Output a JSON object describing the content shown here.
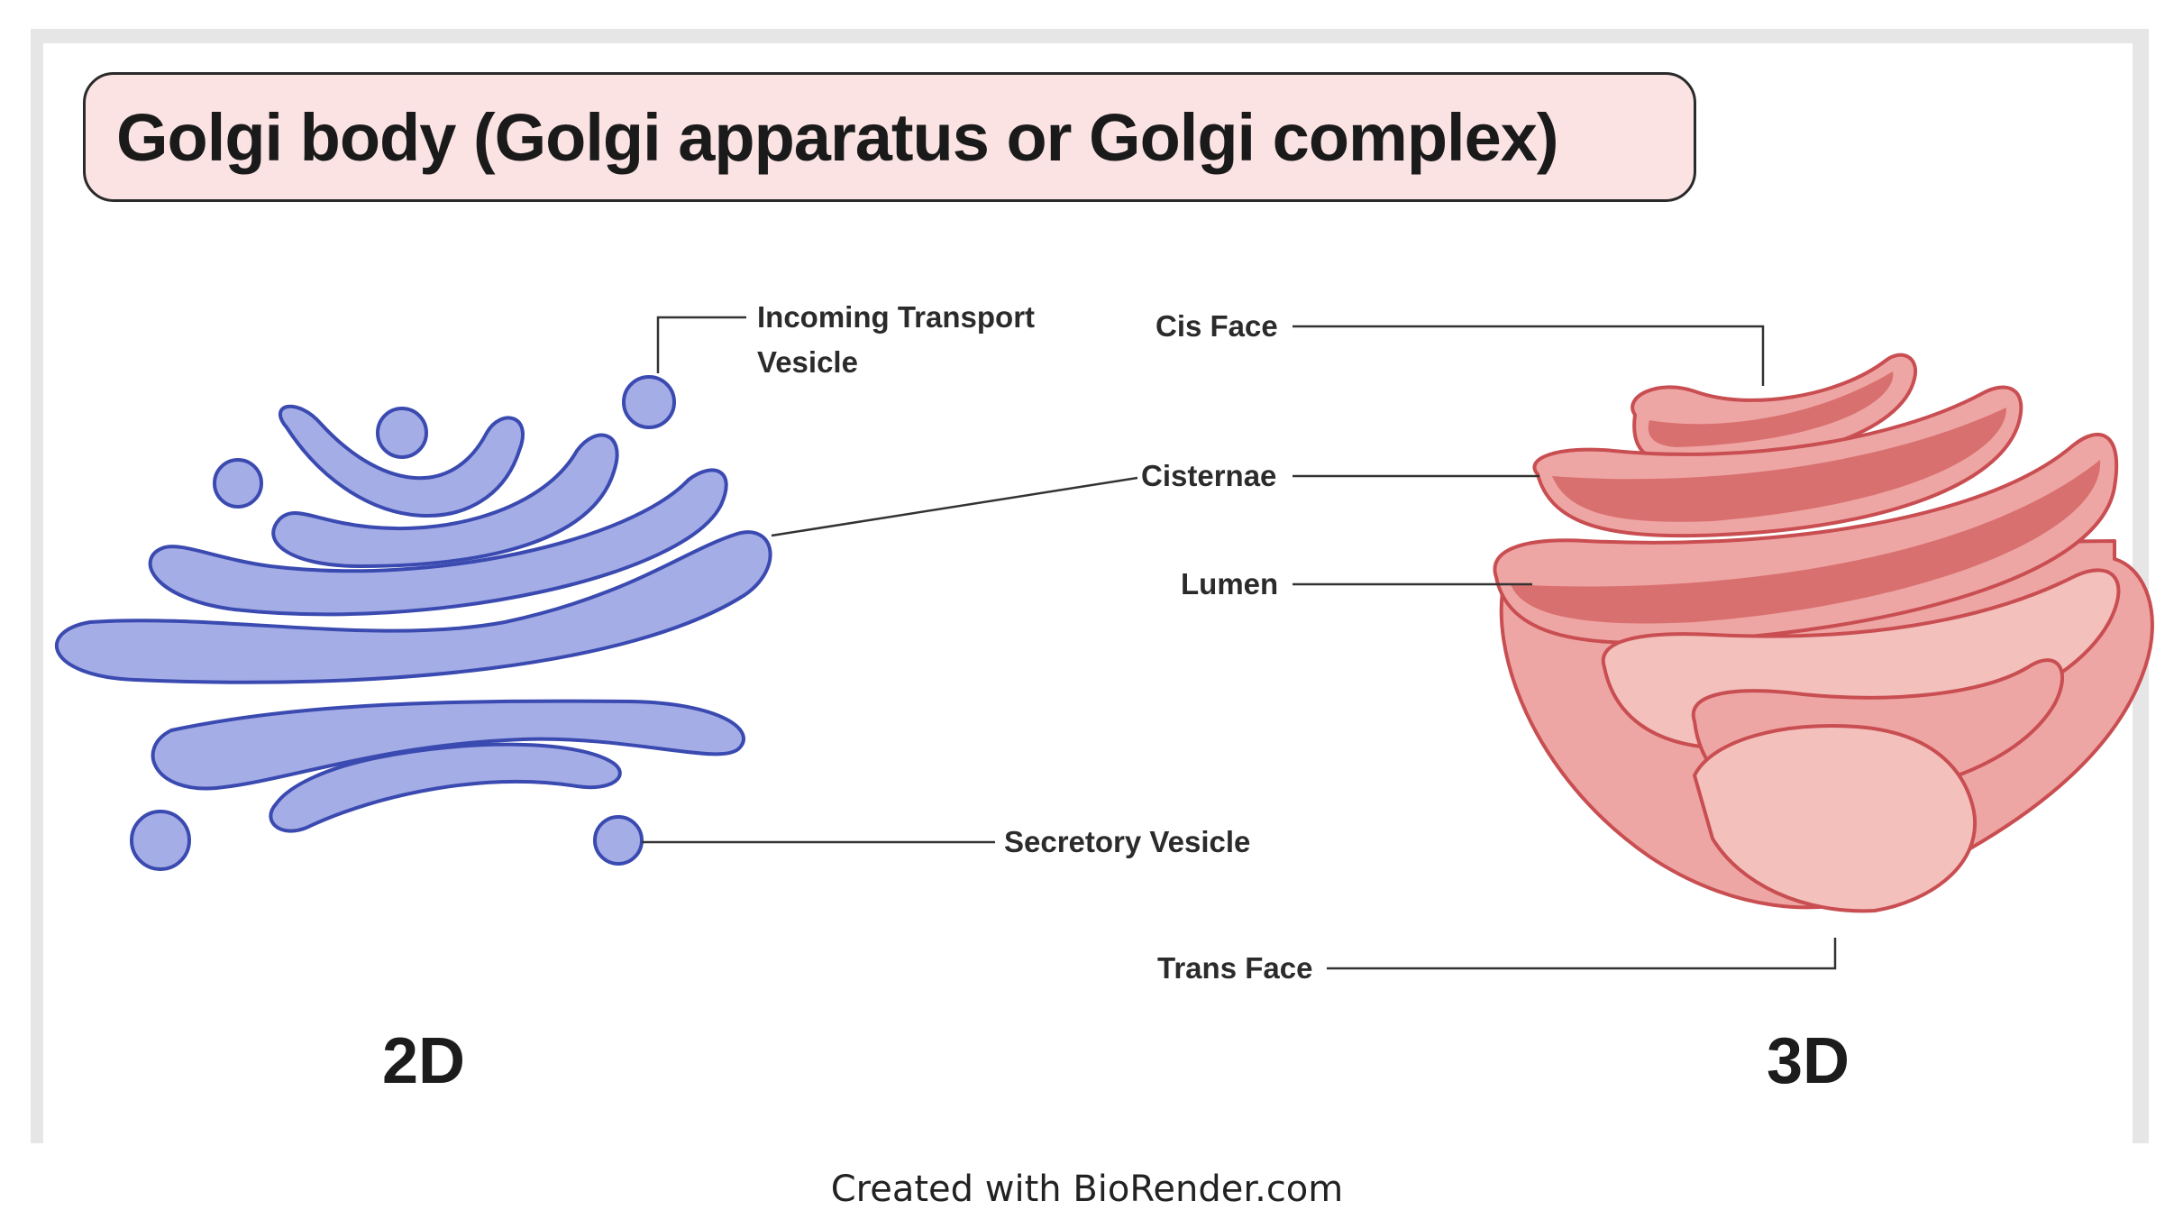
{
  "title": "Golgi body (Golgi apparatus or Golgi complex)",
  "labels_2d": {
    "incoming_line1": "Incoming Transport",
    "incoming_line2": "Vesicle",
    "secretory": "Secretory Vesicle"
  },
  "labels_3d": {
    "cis_face": "Cis Face",
    "cisternae": "Cisternae",
    "lumen": "Lumen",
    "trans_face": "Trans Face"
  },
  "view_2d": "2D",
  "view_3d": "3D",
  "credit": "Created with BioRender.com",
  "colors": {
    "blue_fill": "#a4ade6",
    "blue_stroke": "#3a4ab0",
    "pink_fill": "#eea6a4",
    "pink_dark": "#d97070",
    "pink_stroke": "#c94e52",
    "title_bg": "#fbe3e3"
  }
}
